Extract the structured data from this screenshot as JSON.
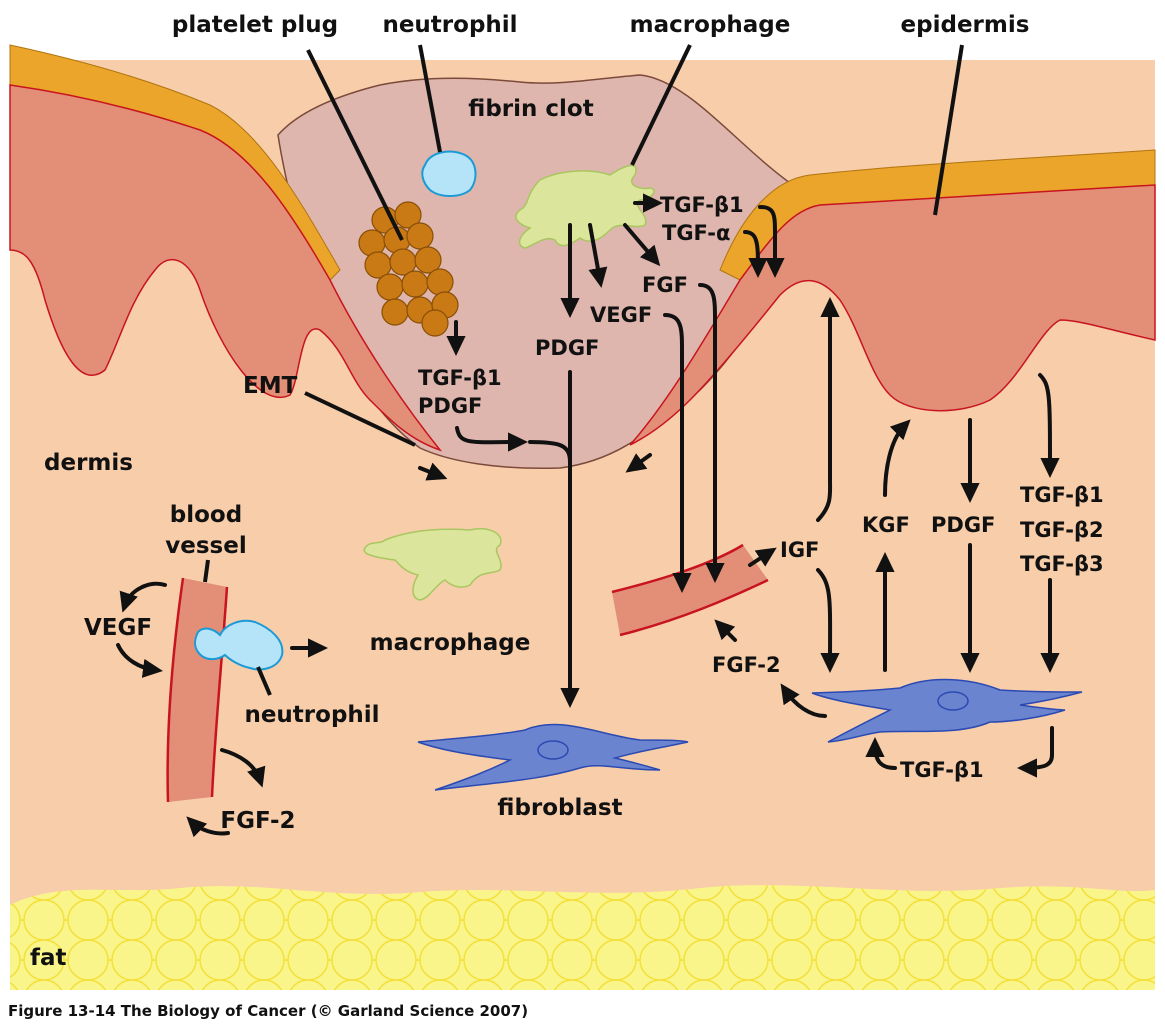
{
  "figure": {
    "caption": "Figure 13-14  The Biology of Cancer (© Garland Science 2007)",
    "colors": {
      "dermis": "#f7cdaa",
      "epidermis": "#e38f78",
      "stratum_corneum": "#eaa52a",
      "fibrin_clot": "#deb6ad",
      "macrophage": "#dbe69c",
      "neutrophil": "#b5e3f7",
      "fibroblast": "#6b84cf",
      "platelet": "#c97a14",
      "fat": "#f9f27a",
      "vessel": "#e38f78",
      "vessel_border": "#c8141e"
    },
    "labels": {
      "platelet_plug": "platelet plug",
      "neutrophil_top": "neutrophil",
      "macrophage_top": "macrophage",
      "epidermis": "epidermis",
      "fibrin_clot": "fibrin clot",
      "dermis": "dermis",
      "emt": "EMT",
      "blood_vessel_1": "blood",
      "blood_vessel_2": "vessel",
      "vegf_left": "VEGF",
      "neutrophil_bottom": "neutrophil",
      "macrophage_bottom": "macrophage",
      "fgf2_left": "FGF-2",
      "fibroblast": "fibroblast",
      "fat": "fat"
    },
    "factors": {
      "mac_tgfb1": "TGF-β1",
      "mac_tgfa": "TGF-α",
      "mac_fgf": "FGF",
      "mac_vegf": "VEGF",
      "mac_pdgf": "PDGF",
      "plt_tgfb1": "TGF-β1",
      "plt_pdgf": "PDGF",
      "igf": "IGF",
      "kgf": "KGF",
      "pdgf_right": "PDGF",
      "tgfb1_right": "TGF-β1",
      "tgfb2_right": "TGF-β2",
      "tgfb3_right": "TGF-β3",
      "fgf2_right": "FGF-2",
      "fib_tgfb1": "TGF-β1"
    }
  }
}
